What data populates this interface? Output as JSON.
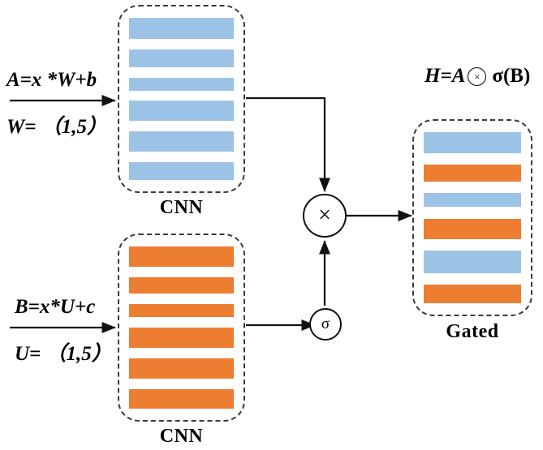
{
  "diagram": {
    "title": "Gated CNN block diagram",
    "colors": {
      "blue": "#9CC3E5",
      "orange": "#ED7D31",
      "stroke": "#3a3a3a",
      "line": "#111111",
      "background": "#ffffff"
    },
    "inputs": [
      {
        "id": "input-a",
        "formula": "A=x *W+b",
        "kernel": "W= （1,5）"
      },
      {
        "id": "input-b",
        "formula": "B=x*U+c",
        "kernel": "U= （1,5）"
      }
    ],
    "blocks": [
      {
        "id": "cnn-top",
        "caption": "CNN",
        "bar_color": "blue",
        "bars": [
          "blue",
          "blue",
          "blue",
          "blue",
          "blue",
          "blue"
        ]
      },
      {
        "id": "cnn-bottom",
        "caption": "CNN",
        "bar_color": "orange",
        "bars": [
          "orange",
          "orange",
          "orange",
          "orange",
          "orange",
          "orange"
        ]
      },
      {
        "id": "gated",
        "caption": "Gated",
        "bars": [
          "blue",
          "orange",
          "blue",
          "orange",
          "blue",
          "orange"
        ]
      }
    ],
    "operators": [
      {
        "id": "multiply-node",
        "symbol": "×",
        "name": "element-wise-multiply"
      },
      {
        "id": "sigmoid-node",
        "symbol": "σ",
        "name": "sigmoid-gate"
      }
    ],
    "output_formula": {
      "lhs": "H=A",
      "op": "⊗",
      "rhs": "σ(B)",
      "full": "H=A ⊗ σ(B)"
    }
  }
}
